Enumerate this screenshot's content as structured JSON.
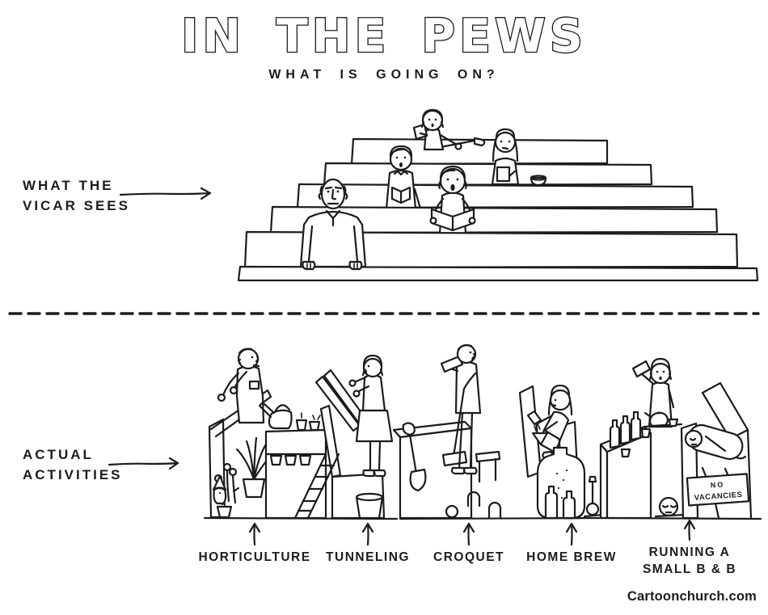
{
  "colors": {
    "ink": "#1c1c1c",
    "paper": "#ffffff"
  },
  "header": {
    "title": "IN THE PEWS",
    "subtitle": "WHAT IS GOING ON?"
  },
  "vicar_section": {
    "label_line1": "WHAT THE",
    "label_line2": "VICAR SEES"
  },
  "activities_section": {
    "label_line1": "ACTUAL",
    "label_line2": "ACTIVITIES",
    "items": [
      {
        "line1": "HORTICULTURE"
      },
      {
        "line1": "TUNNELING"
      },
      {
        "line1": "CROQUET"
      },
      {
        "line1": "HOME BREW"
      },
      {
        "line1": "RUNNING A",
        "line2": "SMALL B & B"
      }
    ],
    "sign": {
      "line1": "NO",
      "line2": "VACANCIES"
    }
  },
  "footer": {
    "credit": "Cartoonchurch.com"
  }
}
